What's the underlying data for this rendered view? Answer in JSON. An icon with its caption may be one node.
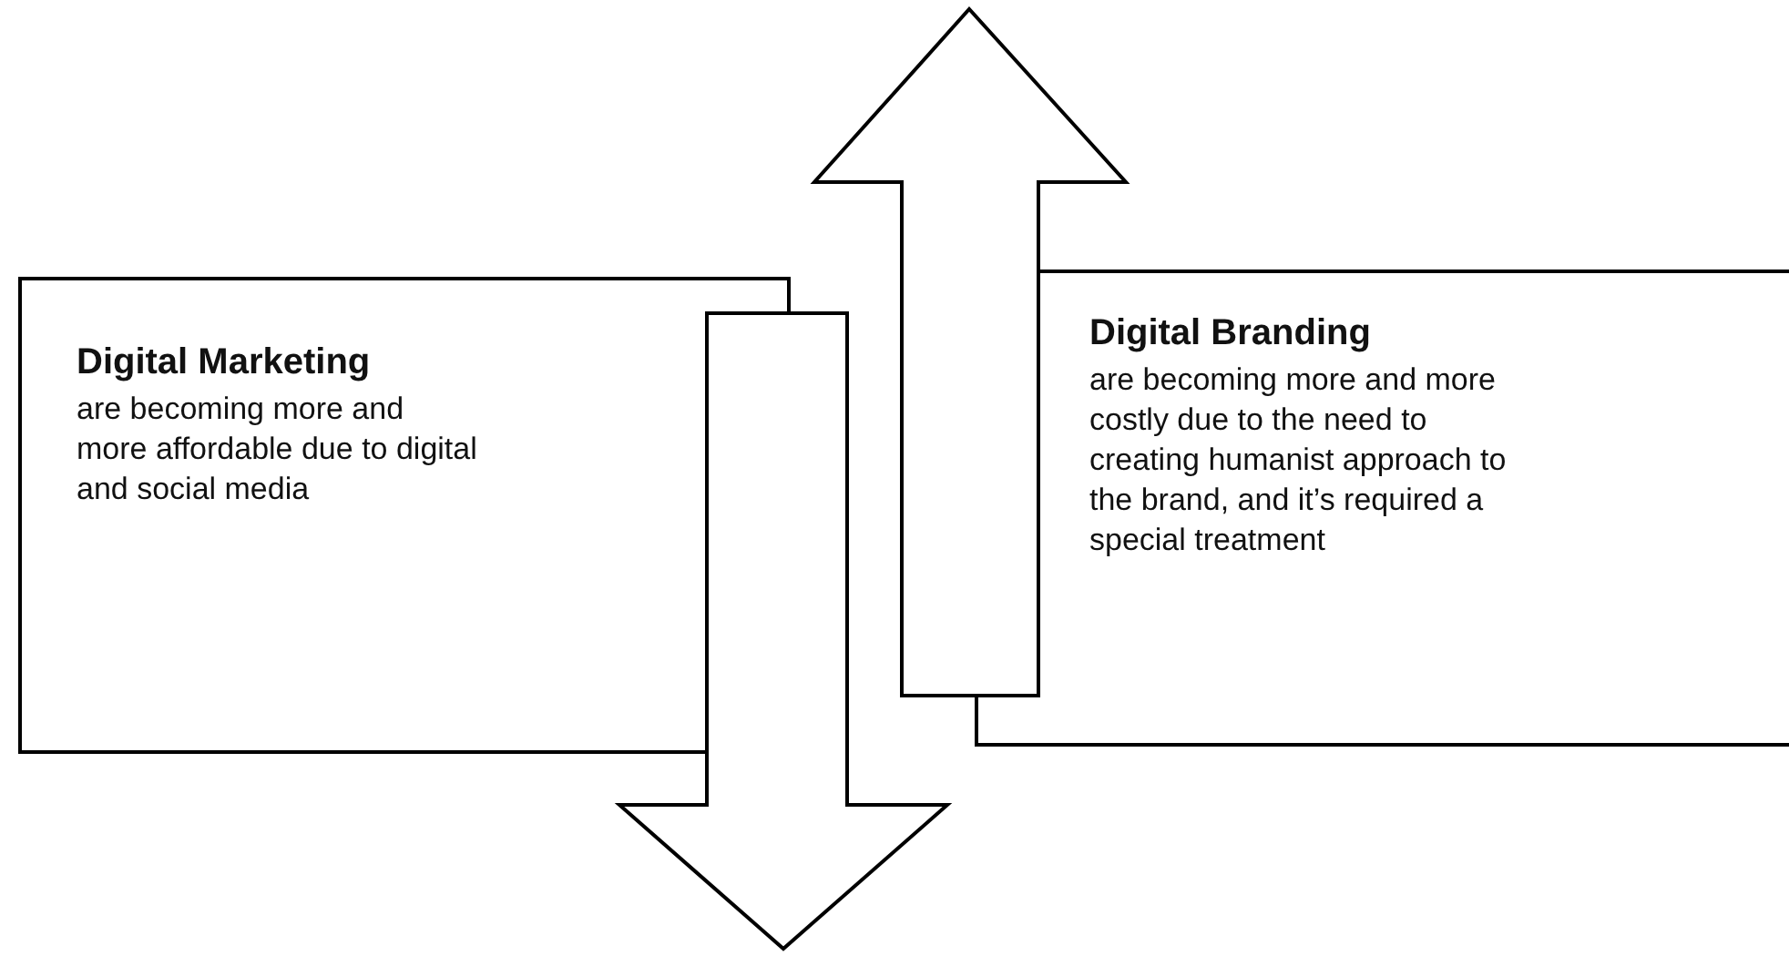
{
  "diagram": {
    "nodes": [
      {
        "text": [
          "Digital Marketing",
          "are becoming more and more affordable due to digital and social media"
        ]
      },
      {
        "text": [
          "Digital Branding",
          "are becoming more and more costly due to the need to creating humanist approach to the brand, and it’s required a special treatment"
        ]
      }
    ],
    "edges": [
      {
        "from": 0,
        "to": null,
        "arrow": "to"
      },
      {
        "from": 1,
        "to": null,
        "arrow": "to"
      }
    ]
  }
}
